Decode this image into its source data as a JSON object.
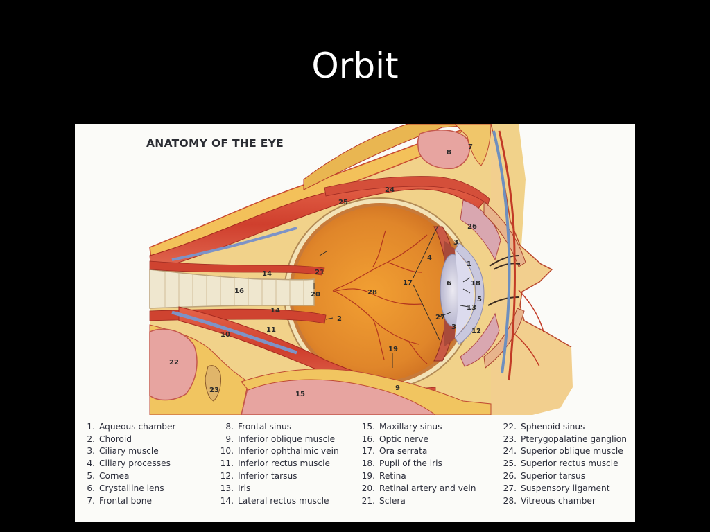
{
  "slide": {
    "title": "Orbit"
  },
  "figure": {
    "title": "ANATOMY OF THE EYE",
    "callouts": {
      "n1": "1",
      "n2": "2",
      "n3a": "3",
      "n3b": "3",
      "n4": "4",
      "n5": "5",
      "n6": "6",
      "n7": "7",
      "n8": "8",
      "n9": "9",
      "n10": "10",
      "n11": "11",
      "n12": "12",
      "n13": "13",
      "n14a": "14",
      "n14b": "14",
      "n15": "15",
      "n16": "16",
      "n17": "17",
      "n18": "18",
      "n19": "19",
      "n20": "20",
      "n21": "21",
      "n22": "22",
      "n23": "23",
      "n24": "24",
      "n25": "25",
      "n26": "26",
      "n27": "27",
      "n28": "28"
    },
    "legend": [
      [
        {
          "num": "1.",
          "name": "Aqueous chamber"
        },
        {
          "num": "2.",
          "name": "Choroid"
        },
        {
          "num": "3.",
          "name": "Ciliary muscle"
        },
        {
          "num": "4.",
          "name": "Ciliary processes"
        },
        {
          "num": "5.",
          "name": "Cornea"
        },
        {
          "num": "6.",
          "name": "Crystalline lens"
        },
        {
          "num": "7.",
          "name": "Frontal bone"
        }
      ],
      [
        {
          "num": "8.",
          "name": "Frontal sinus"
        },
        {
          "num": "9.",
          "name": "Inferior oblique muscle"
        },
        {
          "num": "10.",
          "name": "Inferior ophthalmic vein"
        },
        {
          "num": "11.",
          "name": "Inferior rectus muscle"
        },
        {
          "num": "12.",
          "name": "Inferior tarsus"
        },
        {
          "num": "13.",
          "name": "Iris"
        },
        {
          "num": "14.",
          "name": "Lateral rectus muscle"
        }
      ],
      [
        {
          "num": "15.",
          "name": "Maxillary sinus"
        },
        {
          "num": "16.",
          "name": "Optic nerve"
        },
        {
          "num": "17.",
          "name": "Ora serrata"
        },
        {
          "num": "18.",
          "name": "Pupil of the iris"
        },
        {
          "num": "19.",
          "name": "Retina"
        },
        {
          "num": "20.",
          "name": "Retinal artery and vein"
        },
        {
          "num": "21.",
          "name": "Sclera"
        }
      ],
      [
        {
          "num": "22.",
          "name": "Sphenoid sinus"
        },
        {
          "num": "23.",
          "name": "Pterygopalatine ganglion"
        },
        {
          "num": "24.",
          "name": "Superior oblique muscle"
        },
        {
          "num": "25.",
          "name": "Superior rectus muscle"
        },
        {
          "num": "26.",
          "name": "Superior tarsus"
        },
        {
          "num": "27.",
          "name": "Suspensory ligament"
        },
        {
          "num": "28.",
          "name": "Vitreous chamber"
        }
      ]
    ]
  }
}
